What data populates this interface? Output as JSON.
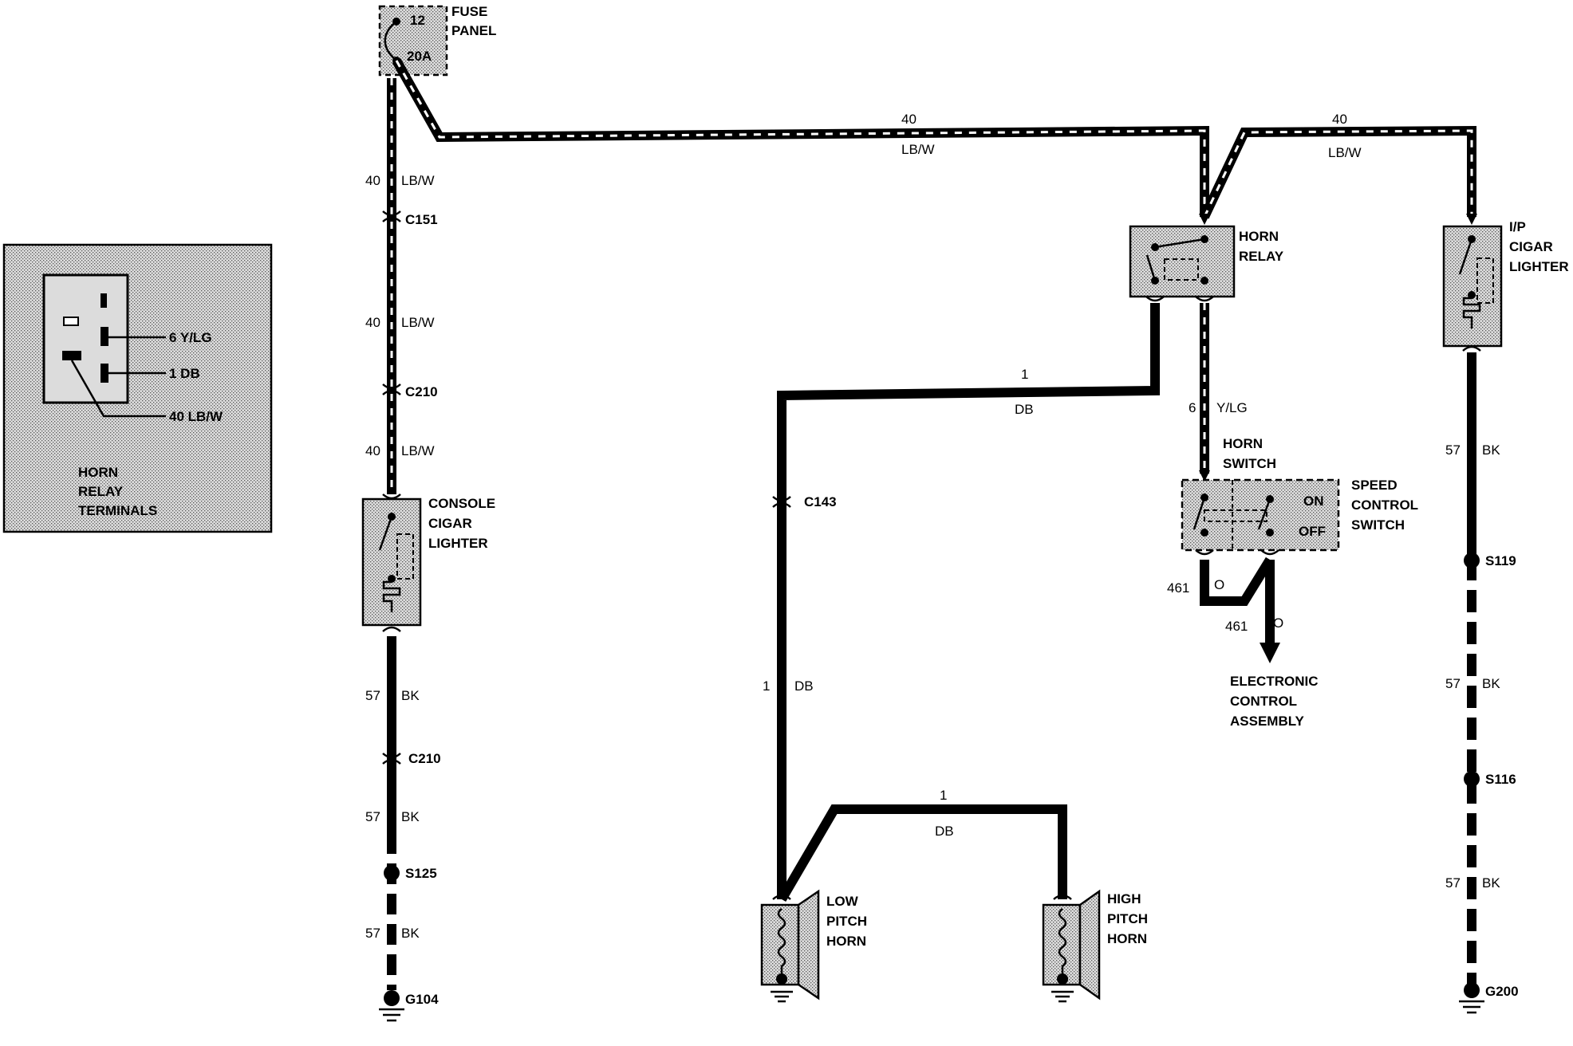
{
  "fuse": {
    "number": "12",
    "rating": "20A",
    "label_line1": "FUSE",
    "label_line2": "PANEL"
  },
  "inset": {
    "title_line1": "HORN",
    "title_line2": "RELAY",
    "title_line3": "TERMINALS",
    "term1": "6 Y/LG",
    "term2": "1 DB",
    "term3": "40 LB/W"
  },
  "left_branch": {
    "w1_num": "40",
    "w1_color": "LB/W",
    "c151": "C151",
    "w2_num": "40",
    "w2_color": "LB/W",
    "c210a": "C210",
    "w3_num": "40",
    "w3_color": "LB/W",
    "lighter_line1": "CONSOLE",
    "lighter_line2": "CIGAR",
    "lighter_line3": "LIGHTER",
    "w4_num": "57",
    "w4_color": "BK",
    "c210b": "C210",
    "w5_num": "57",
    "w5_color": "BK",
    "s125": "S125",
    "w6_num": "57",
    "w6_color": "BK",
    "g104": "G104"
  },
  "top_wire_a": {
    "num": "40",
    "color": "LB/W"
  },
  "top_wire_b": {
    "num": "40",
    "color": "LB/W"
  },
  "horn_relay": {
    "line1": "HORN",
    "line2": "RELAY"
  },
  "ip_lighter": {
    "line1": "I/P",
    "line2": "CIGAR",
    "line3": "LIGHTER"
  },
  "db_wire": {
    "num": "1",
    "color": "DB",
    "connector": "C143",
    "num2": "1",
    "color2": "DB"
  },
  "horn_feed": {
    "num": "1",
    "color": "DB"
  },
  "low_horn": {
    "line1": "LOW",
    "line2": "PITCH",
    "line3": "HORN"
  },
  "high_horn": {
    "line1": "HIGH",
    "line2": "PITCH",
    "line3": "HORN"
  },
  "switch_wire": {
    "num": "6",
    "color": "Y/LG"
  },
  "horn_switch": {
    "line1": "HORN",
    "line2": "SWITCH"
  },
  "speed_switch": {
    "on": "ON",
    "off": "OFF",
    "line1": "SPEED",
    "line2": "CONTROL",
    "line3": "SWITCH"
  },
  "eca_wire": {
    "num1": "461",
    "color1": "O",
    "num2": "461",
    "color2": "O"
  },
  "eca": {
    "line1": "ELECTRONIC",
    "line2": "CONTROL",
    "line3": "ASSEMBLY"
  },
  "right_branch": {
    "w1_num": "57",
    "w1_color": "BK",
    "s119": "S119",
    "w2_num": "57",
    "w2_color": "BK",
    "s116": "S116",
    "w3_num": "57",
    "w3_color": "BK",
    "g200": "G200"
  }
}
